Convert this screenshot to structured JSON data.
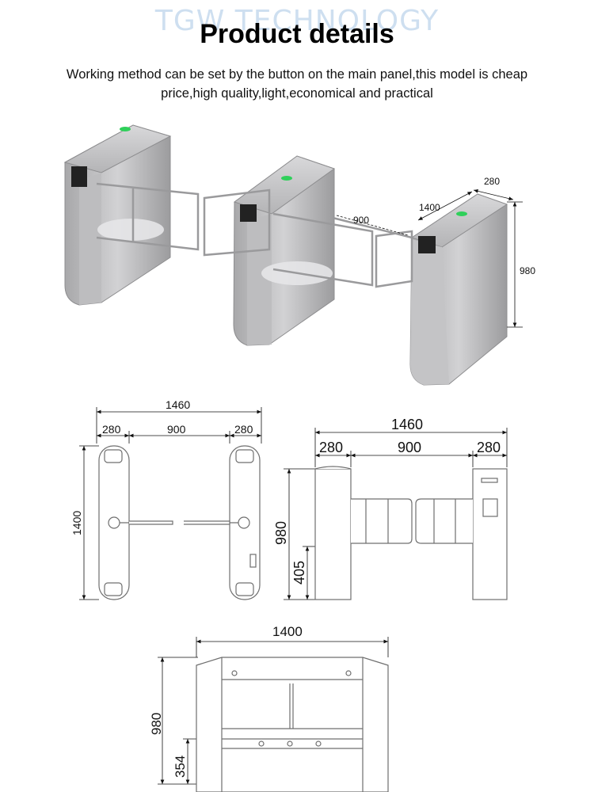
{
  "header": {
    "watermark": "TGW TECHNOLOGY",
    "title": "Product details",
    "description": "Working method can be set by the button on the main panel,this model is cheap price,high quality,light,economical and practical"
  },
  "photo_dims": {
    "depth": "280",
    "length": "1400",
    "passage": "900",
    "height": "980"
  },
  "top_view": {
    "total_width": "1460",
    "cabinet_left": "280",
    "passage": "900",
    "cabinet_right": "280",
    "length": "1400"
  },
  "front_view": {
    "total_width": "1460",
    "cabinet_left": "280",
    "passage": "900",
    "cabinet_right": "280",
    "height": "980",
    "arm_height": "405"
  },
  "side_view": {
    "length": "1400",
    "height": "980",
    "lower_height": "354"
  },
  "colors": {
    "steel": "#b9b9bb",
    "line": "#6f6f6f",
    "watermark": "#c9dcef"
  }
}
